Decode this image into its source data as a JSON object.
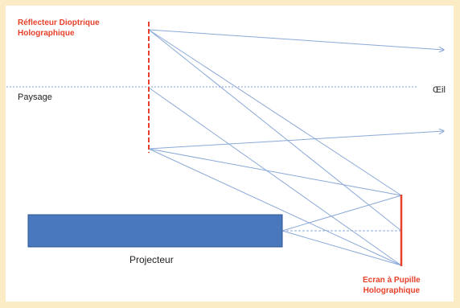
{
  "colors": {
    "background_border": "#fcecc6",
    "canvas": "#ffffff",
    "ray": "#8aa8d8",
    "horizon": "#7f9ed1",
    "accent_red": "#e8402a",
    "projector_fill": "#4a78bd",
    "projector_stroke": "#2f5690"
  },
  "labels": {
    "reflector_line1": "Réflecteur Dioptrique",
    "reflector_line2": "Holographique",
    "paysage": "Paysage",
    "oeil": "Œil",
    "projecteur": "Projecteur",
    "ecran_line1": "Ecran à Pupille",
    "ecran_line2": "Holographique"
  }
}
